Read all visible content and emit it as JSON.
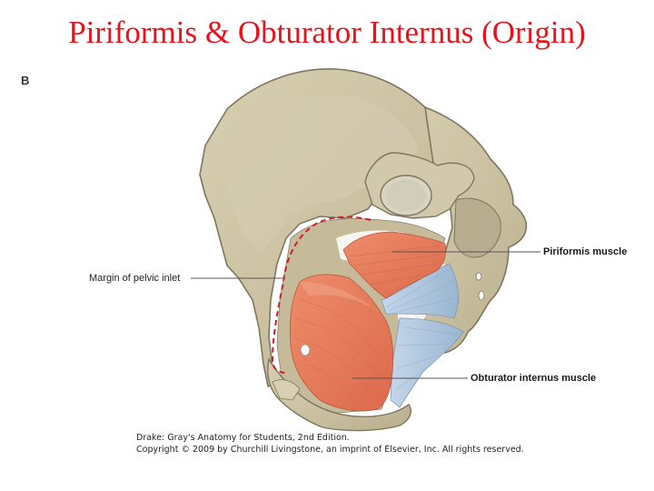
{
  "slide": {
    "title": "Piriformis & Obturator Internus (Origin)",
    "title_color": "#e8121b",
    "panel_letter": "B"
  },
  "figure": {
    "subject": "pelvis-medial-view",
    "colors": {
      "bone": "#cfc5a5",
      "bone_shadow": "#b3a886",
      "bone_outline": "#7f7660",
      "muscle": "#e8805f",
      "muscle_dark": "#d9694a",
      "ligament": "#a9c3dc",
      "pelvic_inlet_dash": "#c8232c",
      "leader_line": "#555555"
    },
    "labels": [
      {
        "id": "margin-of-pelvic-inlet",
        "text": "Margin of pelvic inlet"
      },
      {
        "id": "piriformis-muscle",
        "text": "Piriformis muscle"
      },
      {
        "id": "obturator-internus-muscle",
        "text": "Obturator internus muscle"
      }
    ]
  },
  "credits": {
    "line1": "Drake: Gray's Anatomy for Students, 2nd Edition.",
    "line2": "Copyright © 2009 by Churchill Livingstone, an imprint of Elsevier, Inc. All rights reserved."
  }
}
